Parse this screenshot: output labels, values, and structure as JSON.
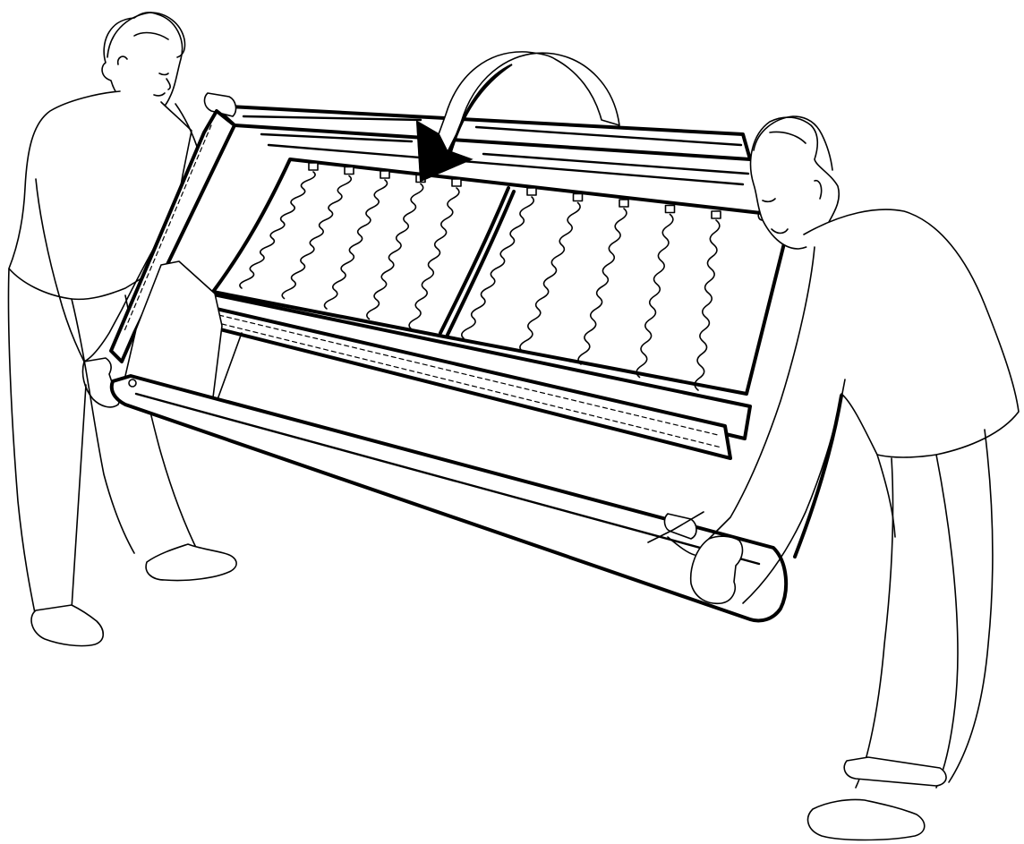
{
  "illustration": {
    "figures": [
      "person-left",
      "person-right"
    ],
    "object": "sofa-bed-frame",
    "spring_panels": 2,
    "springs_per_panel": 5,
    "arrow": "rotate-frame-toward-viewer",
    "colors": {
      "line": "#000000",
      "background": "#ffffff"
    }
  }
}
